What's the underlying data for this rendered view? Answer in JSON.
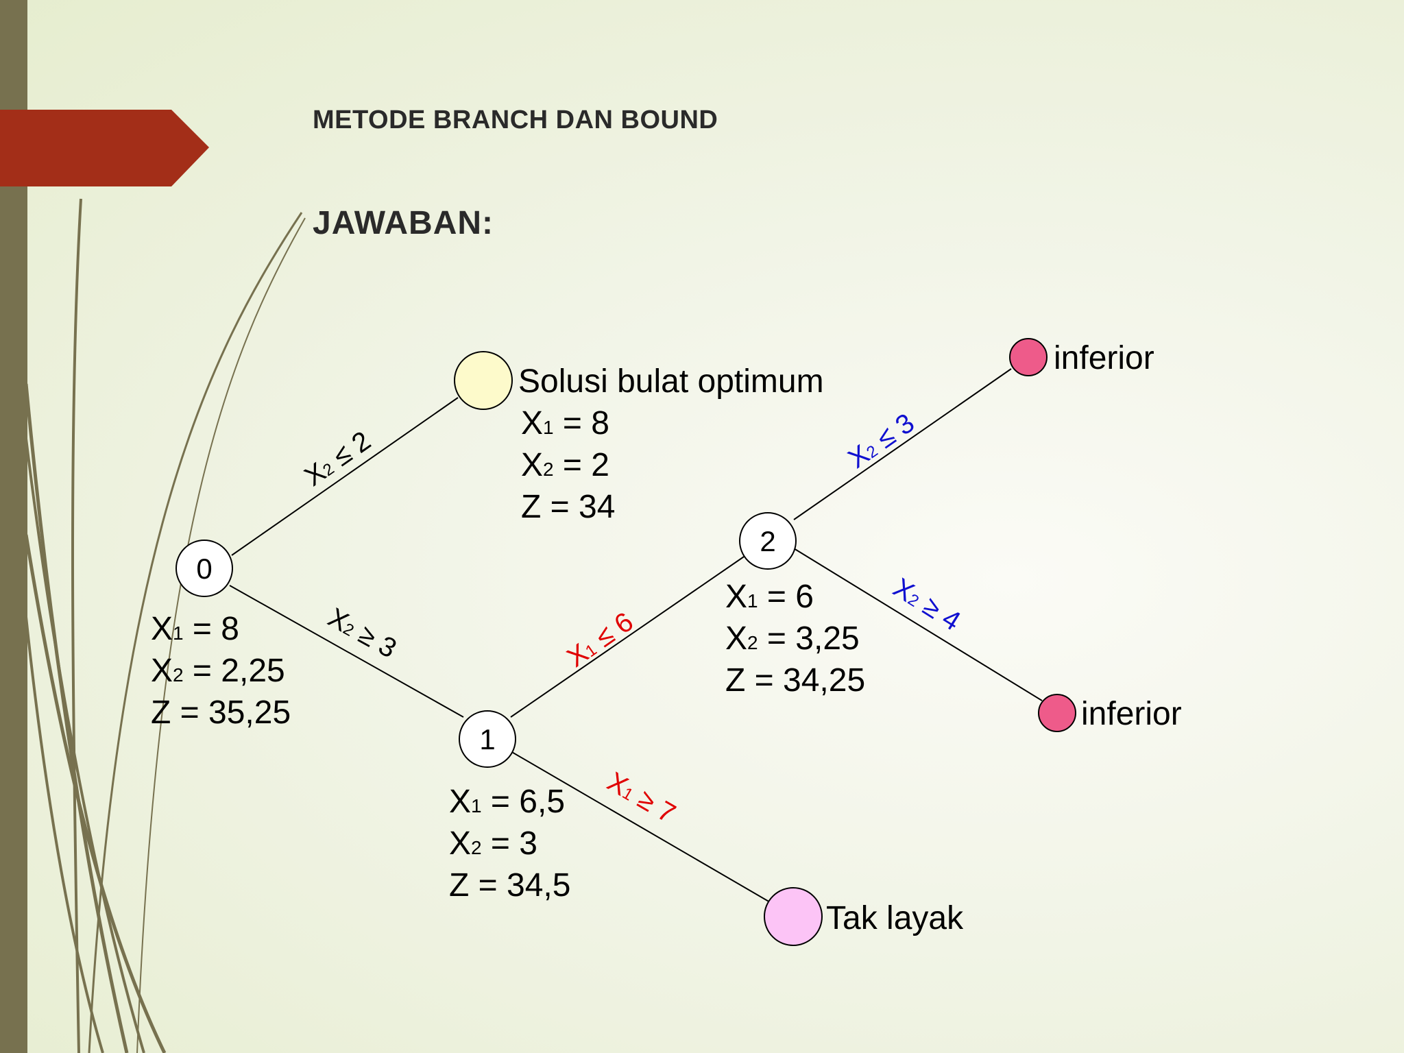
{
  "slide": {
    "title": "METODE BRANCH DAN BOUND",
    "subtitle": "JAWABAN:"
  },
  "colors": {
    "sidebar": "#77714f",
    "arrow": "#a32e18",
    "edge_black": "#000000",
    "edge_red": "#e00000",
    "edge_blue": "#1010d0",
    "node_white": "#ffffff",
    "node_optimum": "#fdfacb",
    "node_inferior": "#ee5b8a",
    "node_infeasible": "#fcc4f6"
  },
  "tree": {
    "nodes": {
      "n0": {
        "label": "0",
        "x1": "X",
        "x1_sub": "1",
        "x1_val": " = 8",
        "x2": "X",
        "x2_sub": "2",
        "x2_val": " = 2,25",
        "z": "Z = 35,25"
      },
      "n1": {
        "label": "1",
        "x1": "X",
        "x1_sub": "1",
        "x1_val": " = 6,5",
        "x2": "X",
        "x2_sub": "2",
        "x2_val": " = 3",
        "z": "Z = 34,5"
      },
      "n2": {
        "label": "2",
        "x1": "X",
        "x1_sub": "1",
        "x1_val": " = 6",
        "x2": "X",
        "x2_sub": "2",
        "x2_val": " = 3,25",
        "z": "Z = 34,25"
      },
      "optimum": {
        "title": "Solusi bulat optimum",
        "x1": "X",
        "x1_sub": "1",
        "x1_val": " = 8",
        "x2": "X",
        "x2_sub": "2",
        "x2_val": " = 2",
        "z": "Z = 34"
      },
      "inferior_top": {
        "label": "inferior"
      },
      "inferior_bottom": {
        "label": "inferior"
      },
      "infeasible": {
        "label": "Tak layak"
      }
    },
    "edges": {
      "e0_opt": {
        "var": "X",
        "sub": "2",
        "op": " ≤ 2"
      },
      "e0_1": {
        "var": "X",
        "sub": "2",
        "op": " ≥ 3"
      },
      "e1_2": {
        "var": "X",
        "sub": "1",
        "op": " ≤ 6"
      },
      "e1_inf": {
        "var": "X",
        "sub": "1",
        "op": " ≥ 7"
      },
      "e2_top": {
        "var": "X",
        "sub": "2",
        "op": " ≤ 3"
      },
      "e2_bot": {
        "var": "X",
        "sub": "2",
        "op": " ≥ 4"
      }
    }
  }
}
